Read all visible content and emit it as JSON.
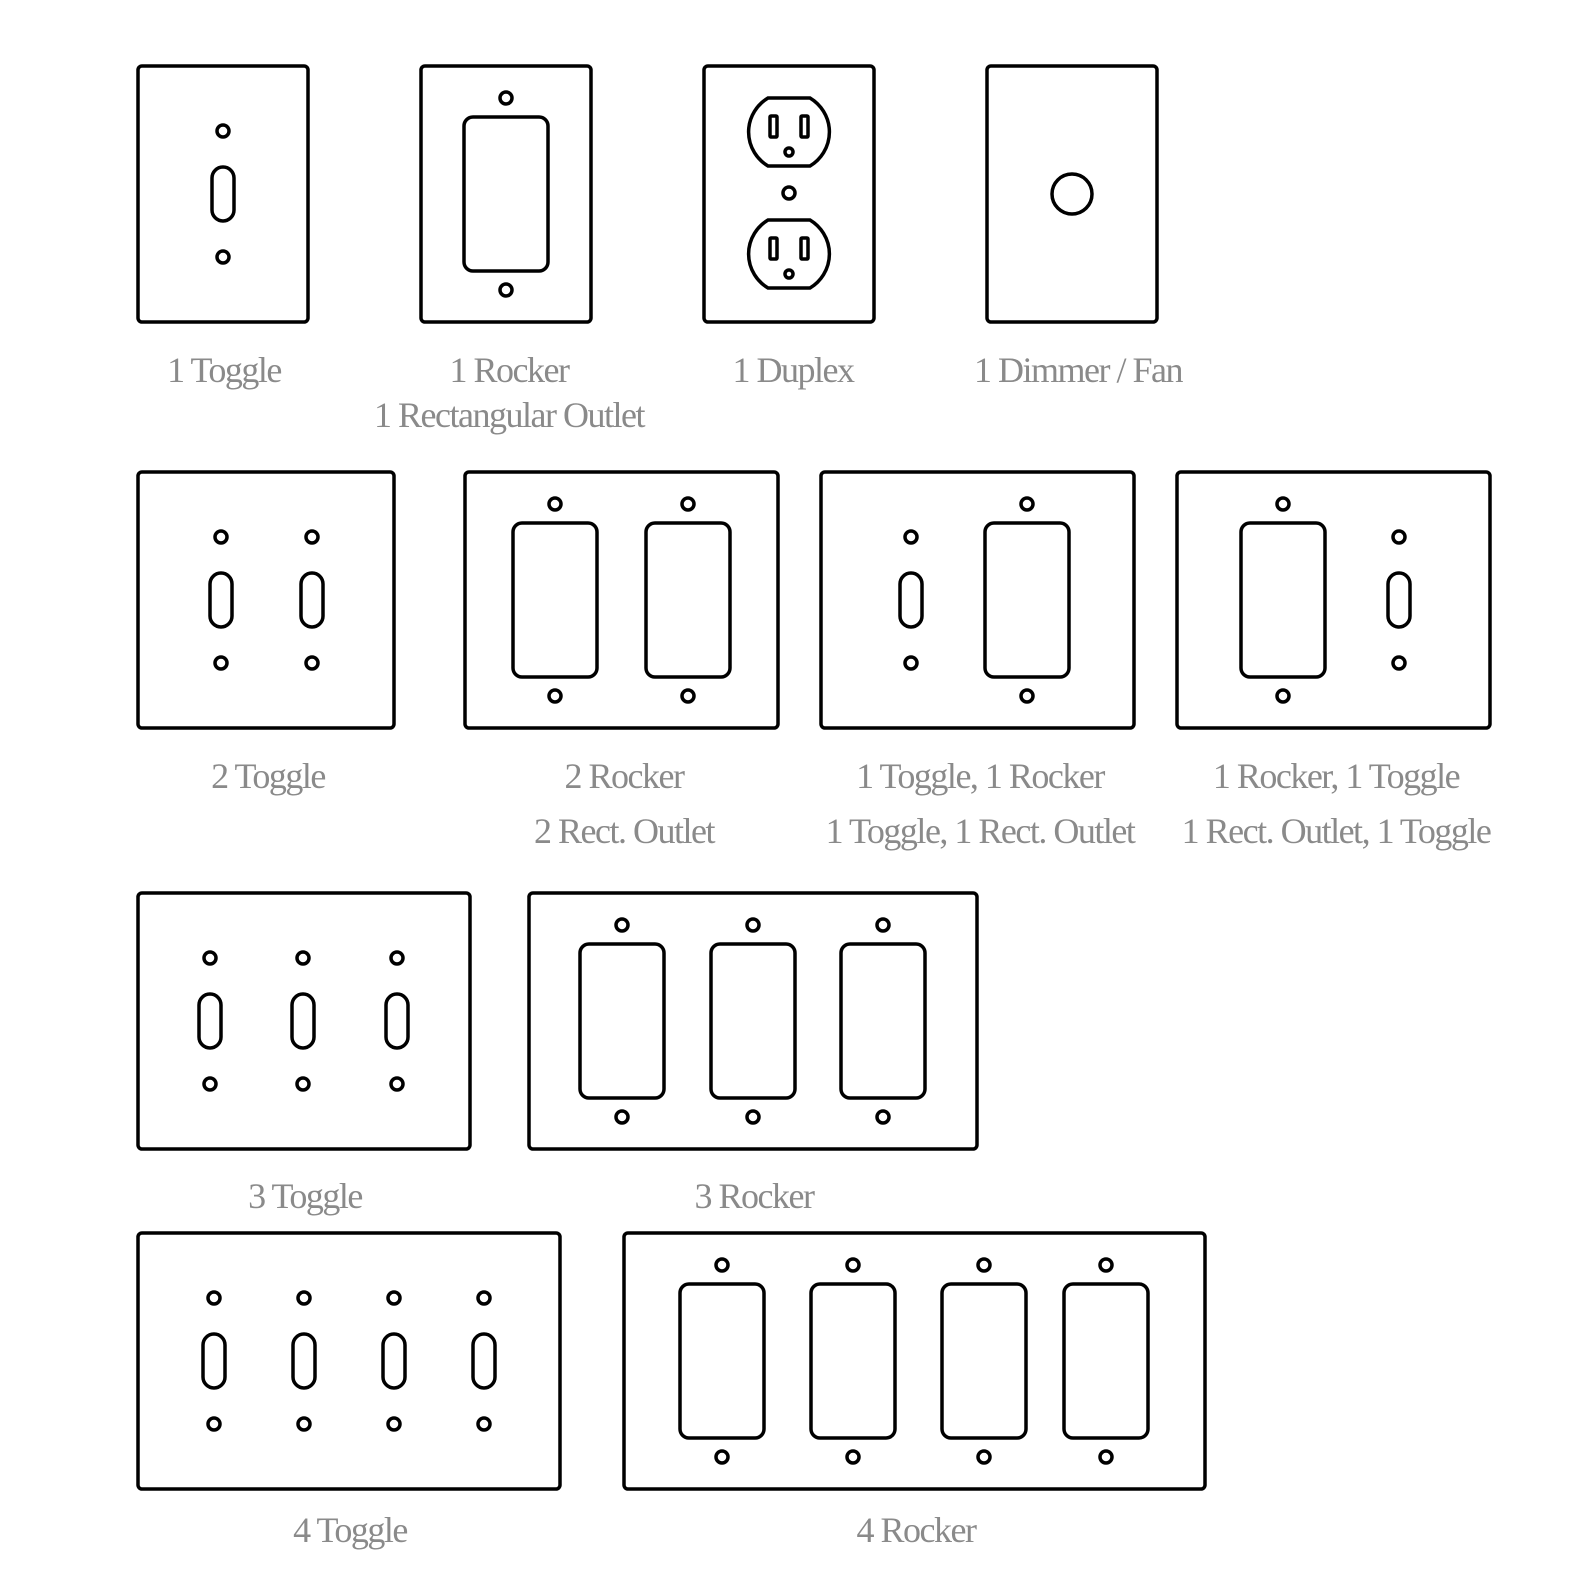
{
  "labels": {
    "toggle_1": "1 Toggle",
    "rocker_1": "1 Rocker",
    "rect_outlet_1": "1 Rectangular Outlet",
    "duplex_1": "1 Duplex",
    "dimmer_fan_1": "1 Dimmer / Fan",
    "toggle_2": "2 Toggle",
    "rocker_2": "2 Rocker",
    "rect_outlet_2": "2 Rect. Outlet",
    "toggle_rocker": "1 Toggle, 1 Rocker",
    "toggle_rect_outlet": "1 Toggle, 1 Rect. Outlet",
    "rocker_toggle": "1 Rocker, 1 Toggle",
    "rect_outlet_toggle": "1 Rect. Outlet, 1 Toggle",
    "toggle_3": "3 Toggle",
    "rocker_3": "3 Rocker",
    "toggle_4": "4 Toggle",
    "rocker_4": "4 Rocker"
  },
  "plates": [
    {
      "name": "plate-1-toggle",
      "devices": [
        "toggle"
      ]
    },
    {
      "name": "plate-1-rocker",
      "devices": [
        "rocker"
      ]
    },
    {
      "name": "plate-1-duplex",
      "devices": [
        "duplex"
      ]
    },
    {
      "name": "plate-1-dimmer",
      "devices": [
        "dimmer"
      ]
    },
    {
      "name": "plate-2-toggle",
      "devices": [
        "toggle",
        "toggle"
      ]
    },
    {
      "name": "plate-2-rocker",
      "devices": [
        "rocker",
        "rocker"
      ]
    },
    {
      "name": "plate-toggle-rocker",
      "devices": [
        "toggle",
        "rocker"
      ]
    },
    {
      "name": "plate-rocker-toggle",
      "devices": [
        "rocker",
        "toggle"
      ]
    },
    {
      "name": "plate-3-toggle",
      "devices": [
        "toggle",
        "toggle",
        "toggle"
      ]
    },
    {
      "name": "plate-3-rocker",
      "devices": [
        "rocker",
        "rocker",
        "rocker"
      ]
    },
    {
      "name": "plate-4-toggle",
      "devices": [
        "toggle",
        "toggle",
        "toggle",
        "toggle"
      ]
    },
    {
      "name": "plate-4-rocker",
      "devices": [
        "rocker",
        "rocker",
        "rocker",
        "rocker"
      ]
    }
  ]
}
